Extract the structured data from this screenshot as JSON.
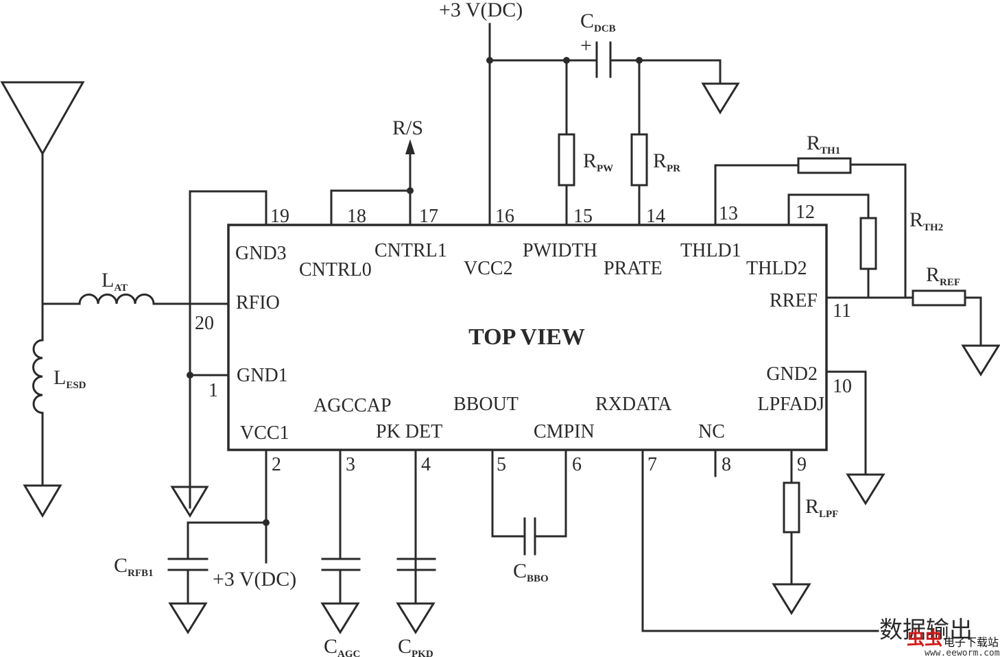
{
  "title": "TOP VIEW",
  "supply_labels": {
    "top": "+3 V(DC)",
    "bottom": "+3 V(DC)"
  },
  "arrow_label": "R/S",
  "output_label": "数据输出",
  "watermark": {
    "logo": "虫虫",
    "name": "电子下载站",
    "url": "www.eeworm.com"
  },
  "pins": {
    "p1": "1",
    "p2": "2",
    "p3": "3",
    "p4": "4",
    "p5": "5",
    "p6": "6",
    "p7": "7",
    "p8": "8",
    "p9": "9",
    "p10": "10",
    "p11": "11",
    "p12": "12",
    "p13": "13",
    "p14": "14",
    "p15": "15",
    "p16": "16",
    "p17": "17",
    "p18": "18",
    "p19": "19",
    "p20": "20"
  },
  "signals": {
    "gnd3": "GND3",
    "cntrl0": "CNTRL0",
    "cntrl1": "CNTRL1",
    "vcc2": "VCC2",
    "pwidth": "PWIDTH",
    "prate": "PRATE",
    "thld1": "THLD1",
    "thld2": "THLD2",
    "rfio": "RFIO",
    "rref": "RREF",
    "gnd1": "GND1",
    "gnd2": "GND2",
    "agccap": "AGCCAP",
    "bbout": "BBOUT",
    "rxdata": "RXDATA",
    "lpfadj": "LPFADJ",
    "vcc1": "VCC1",
    "pkdet": "PK DET",
    "cmpin": "CMPIN",
    "nc": "NC"
  },
  "components": {
    "cdcb": {
      "main": "C",
      "sub": "DCB",
      "polarity": "+"
    },
    "rpw": {
      "main": "R",
      "sub": "PW"
    },
    "rpr": {
      "main": "R",
      "sub": "PR"
    },
    "rth1": {
      "main": "R",
      "sub": "TH1"
    },
    "rth2": {
      "main": "R",
      "sub": "TH2"
    },
    "rref": {
      "main": "R",
      "sub": "REF"
    },
    "lat": {
      "main": "L",
      "sub": "AT"
    },
    "lesd": {
      "main": "L",
      "sub": "ESD"
    },
    "crfb1": {
      "main": "C",
      "sub": "RFB1"
    },
    "cagc": {
      "main": "C",
      "sub": "AGC"
    },
    "cpkd": {
      "main": "C",
      "sub": "PKD"
    },
    "cbbo": {
      "main": "C",
      "sub": "BBO"
    },
    "rlpf": {
      "main": "R",
      "sub": "LPF"
    }
  }
}
